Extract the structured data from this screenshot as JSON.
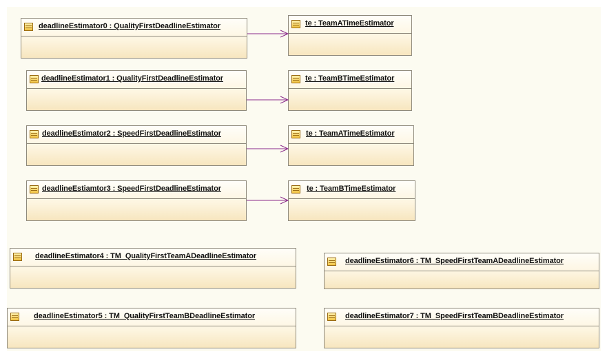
{
  "objects": [
    {
      "id": "de0",
      "label": "deadlineEstimator0 : QualityFirstDeadlineEstimator"
    },
    {
      "id": "de1",
      "label": "deadlineEstimator1 : QualityFirstDeadlineEstimator"
    },
    {
      "id": "de2",
      "label": "deadlineEstimator2 : SpeedFirstDeadlineEstimator"
    },
    {
      "id": "de3",
      "label": "deadlineEstiamtor3 : SpeedFirstDeadlineEstimator"
    },
    {
      "id": "te0",
      "label": "te : TeamATimeEstimator"
    },
    {
      "id": "te1",
      "label": "te : TeamBTimeEstimator"
    },
    {
      "id": "te2",
      "label": "te : TeamATimeEstimator"
    },
    {
      "id": "te3",
      "label": "te : TeamBTimeEstimator"
    },
    {
      "id": "de4",
      "label": "deadlineEstimator4 : TM_QualityFirstTeamADeadlineEstimator"
    },
    {
      "id": "de5",
      "label": "deadlineEstimator5 : TM_QualityFirstTeamBDeadlineEstimator"
    },
    {
      "id": "de6",
      "label": "deadlineEstimator6 : TM_SpeedFirstTeamADeadlineEstimator"
    },
    {
      "id": "de7",
      "label": "deadlineEstimator7 : TM_SpeedFirstTeamBDeadlineEstimator"
    }
  ],
  "links": [
    {
      "from": "de0",
      "to": "te0"
    },
    {
      "from": "de1",
      "to": "te1"
    },
    {
      "from": "de2",
      "to": "te2"
    },
    {
      "from": "de3",
      "to": "te3"
    }
  ],
  "colors": {
    "link": "#8a2a8a",
    "border": "#8f8a7c",
    "icon": "#f1c342"
  }
}
